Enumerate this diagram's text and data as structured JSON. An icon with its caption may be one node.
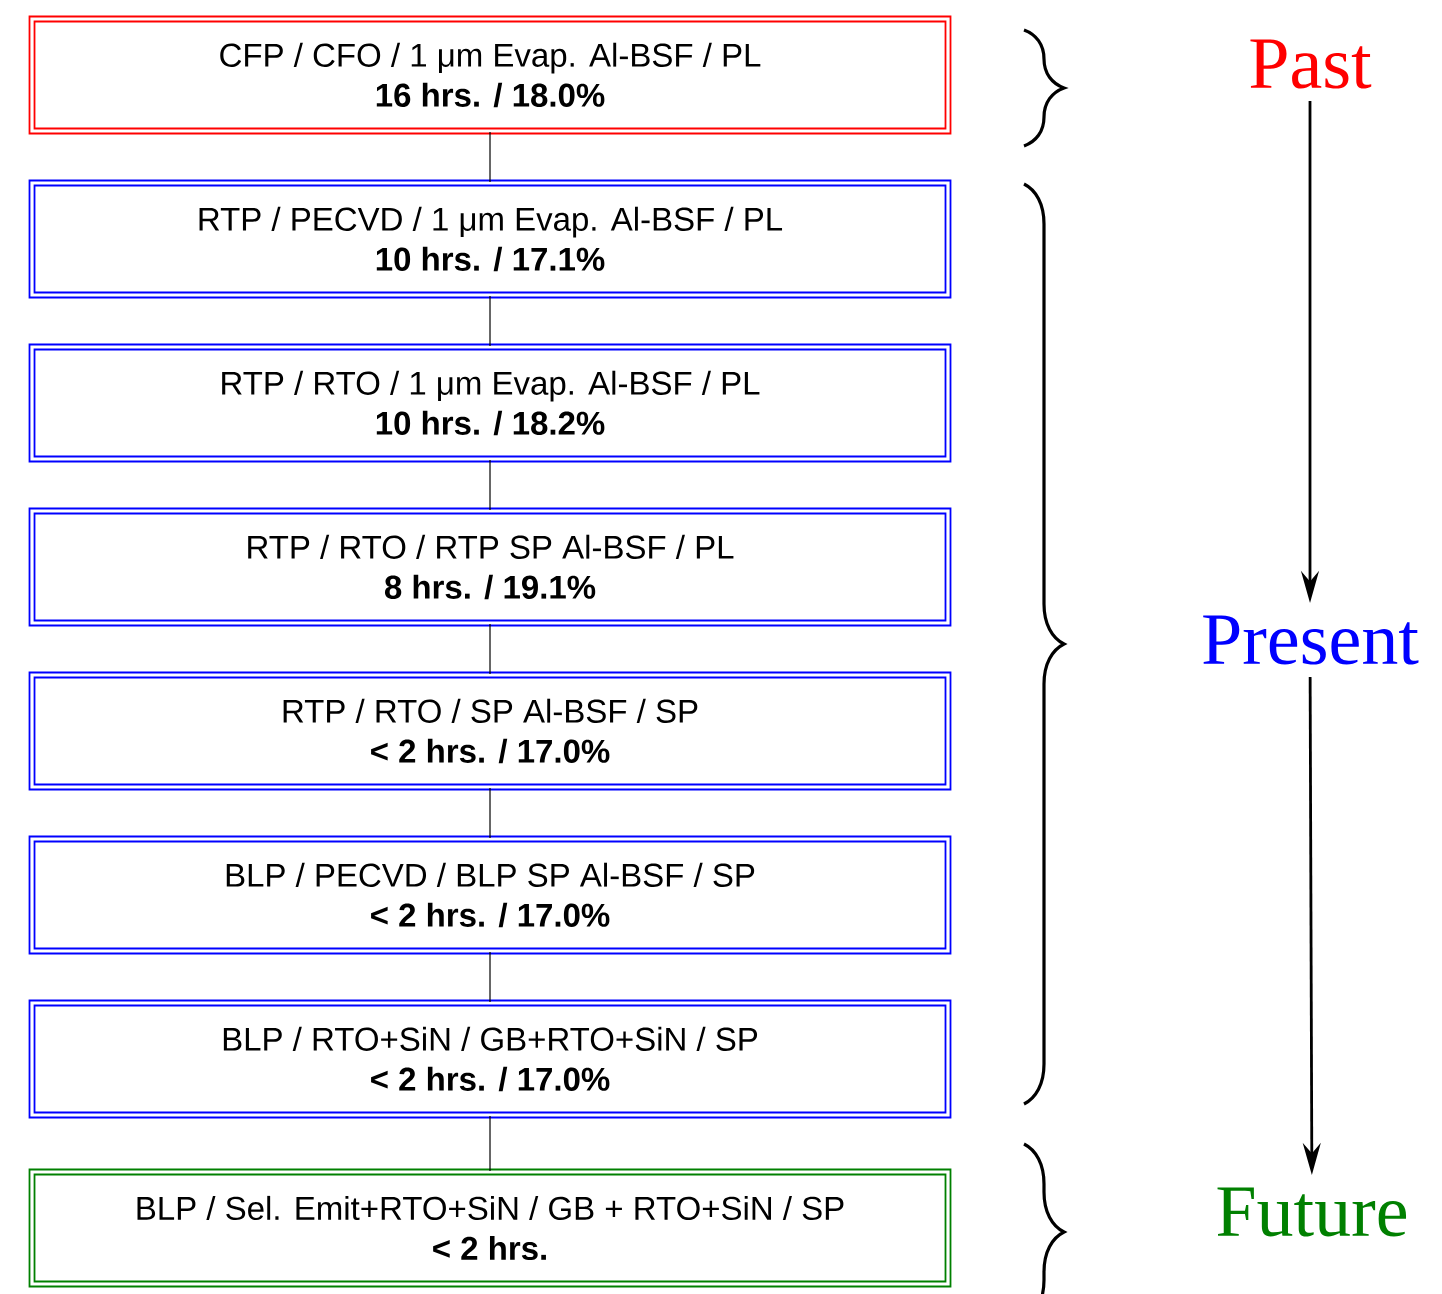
{
  "diagram": {
    "nodes": [
      {
        "text": [
          "CFP / CFO / 1 μm Evap. Al-BSF / PL",
          "16 hrs. / 18.0%"
        ]
      },
      {
        "text": [
          "RTP / PECVD / 1 μm Evap. Al-BSF / PL",
          "10 hrs. / 17.1%"
        ]
      },
      {
        "text": [
          "RTP / RTO / 1 μm Evap. Al-BSF / PL",
          "10 hrs. / 18.2%"
        ]
      },
      {
        "text": [
          "RTP / RTO / RTP SP Al-BSF / PL",
          "8 hrs. / 19.1%"
        ]
      },
      {
        "text": [
          "RTP / RTO / SP Al-BSF / SP",
          "< 2 hrs. / 17.0%"
        ]
      },
      {
        "text": [
          "BLP / PECVD / BLP SP Al-BSF / SP",
          "< 2 hrs. / 17.0%"
        ]
      },
      {
        "text": [
          "BLP / RTO+SiN / GB+RTO+SiN / SP",
          "< 2 hrs. / 17.0%"
        ]
      },
      {
        "text": [
          "BLP / Sel. Emit+RTO+SiN / GB + RTO+SiN / SP",
          "< 2 hrs."
        ]
      },
      {
        "text": [
          "Past"
        ]
      },
      {
        "text": [
          "Present"
        ]
      },
      {
        "text": [
          "Future"
        ]
      }
    ],
    "edges": [
      {
        "from": 0,
        "to": 1,
        "arrow": "none"
      },
      {
        "from": 1,
        "to": 2,
        "arrow": "none"
      },
      {
        "from": 2,
        "to": 3,
        "arrow": "none"
      },
      {
        "from": 3,
        "to": 4,
        "arrow": "none"
      },
      {
        "from": 4,
        "to": 5,
        "arrow": "none"
      },
      {
        "from": 5,
        "to": 6,
        "arrow": "none"
      },
      {
        "from": 6,
        "to": 7,
        "arrow": "none"
      },
      {
        "from": 8,
        "to": 9,
        "arrow": "to"
      },
      {
        "from": 9,
        "to": 10,
        "arrow": "to"
      }
    ]
  }
}
